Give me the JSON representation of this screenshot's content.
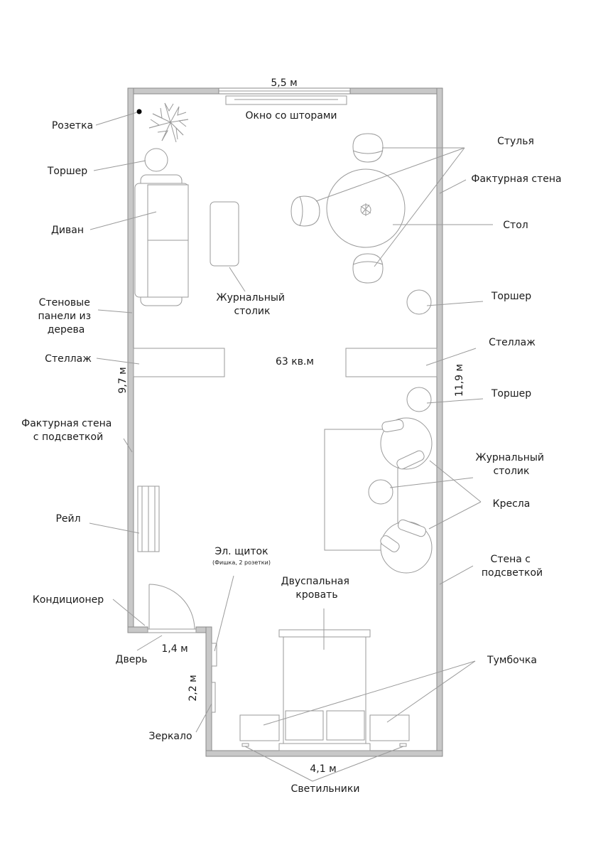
{
  "area": "63 кв.м",
  "dimensions": {
    "top": "5,5 м",
    "left": "9,7 м",
    "right": "11,9 м",
    "notch_width": "1,4 м",
    "notch_height": "2,2 м",
    "bottom": "4,1 м"
  },
  "labels": {
    "socket": "Розетка",
    "window": "Окно со шторами",
    "chairs": "Стулья",
    "textured_wall": "Фактурная стена",
    "floor_lamp_left": "Торшер",
    "table": "Стол",
    "sofa": "Диван",
    "coffee_table_1": [
      "Журнальный",
      "столик"
    ],
    "floor_lamp_right_1": "Торшер",
    "wood_panels": [
      "Стеновые",
      "панели из",
      "дерева"
    ],
    "shelf_left": "Стеллаж",
    "shelf_right": "Стеллаж",
    "floor_lamp_right_2": "Торшер",
    "textured_wall_lit": [
      "Фактурная стена",
      "с подсветкой"
    ],
    "coffee_table_2": [
      "Журнальный",
      "столик"
    ],
    "armchairs": "Кресла",
    "rail": "Рейл",
    "electrical_panel": "Эл. щиток",
    "electrical_panel_note": "(Фишка, 2 розетки)",
    "wall_lit": [
      "Стена с",
      "подсветкой"
    ],
    "double_bed": [
      "Двуспальная",
      "кровать"
    ],
    "air_conditioner": "Кондиционер",
    "door": "Дверь",
    "nightstand": "Тумбочка",
    "mirror": "Зеркало",
    "lights": "Светильники"
  }
}
